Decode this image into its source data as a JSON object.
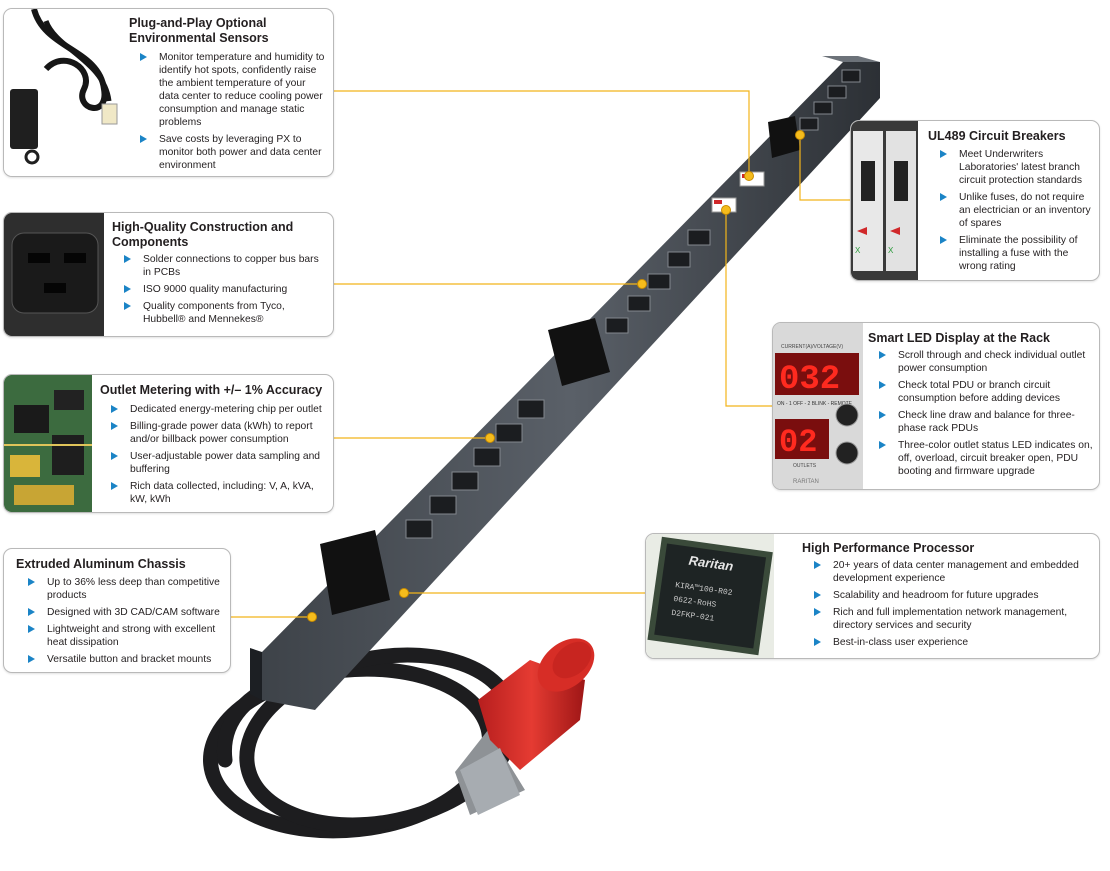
{
  "accent": "#1b84c6",
  "leader_color": "#f2b51a",
  "cards": {
    "sensors": {
      "title": "Plug-and-Play Optional Environmental Sensors",
      "icon": "sensor-cable-photo",
      "bullets": [
        "Monitor temperature and humidity to identify hot spots, confidently raise the ambient temperature of your data center to reduce cooling power consumption and manage static problems",
        "Save costs by leveraging PX to monitor both power and data center environment"
      ]
    },
    "construction": {
      "title": "High-Quality Construction and Components",
      "icon": "outlet-socket-photo",
      "bullets": [
        "Solder connections to copper bus bars in PCBs",
        "ISO 9000 quality manufacturing",
        "Quality components from Tyco, Hubbell® and Mennekes®"
      ]
    },
    "metering": {
      "title": "Outlet Metering with +/– 1% Accuracy",
      "icon": "circuit-board-photo",
      "bullets": [
        "Dedicated energy-metering chip per outlet",
        "Billing-grade power data (kWh) to report and/or billback power consumption",
        "User-adjustable power data sampling and buffering",
        "Rich data collected, including: V, A, kVA, kW, kWh"
      ]
    },
    "chassis": {
      "title": "Extruded Aluminum Chassis",
      "bullets": [
        "Up to 36% less deep than competitive products",
        "Designed with 3D CAD/CAM software",
        "Lightweight and strong with excellent heat dissipation",
        "Versatile button and bracket mounts"
      ]
    },
    "breakers": {
      "title": "UL489 Circuit Breakers",
      "icon": "circuit-breaker-photo",
      "bullets": [
        "Meet Underwriters Laboratories' latest branch circuit protection standards",
        "Unlike fuses, do not require an electrician or an inventory of spares",
        "Eliminate the possibility of installing a fuse with the wrong rating"
      ]
    },
    "led": {
      "title": "Smart LED Display at the Rack",
      "icon": "led-display-photo",
      "display": {
        "label_top": "CURRENT(A)/VOLTAGE(V)",
        "value_top": "032",
        "label_mid": "ON - 1 OFF - 2 BLINK - REMOTE",
        "value_bottom": "02",
        "label_bottom": "OUTLETS",
        "brand": "RARITAN"
      },
      "bullets": [
        "Scroll through and check individual outlet power consumption",
        "Check total PDU or branch circuit consumption before adding devices",
        "Check line draw and balance for three-phase rack PDUs",
        "Three-color outlet status LED indicates on, off, overload, circuit breaker open, PDU booting and firmware upgrade"
      ]
    },
    "processor": {
      "title": "High Performance Processor",
      "icon": "processor-chip-photo",
      "chip": {
        "brand": "Raritan",
        "line1": "KIRA™100-R02",
        "line2": "0622-RoHS",
        "line3": "D2FKP-021"
      },
      "bullets": [
        "20+ years of data center management and embedded development experience",
        "Scalability and headroom for future upgrades",
        "Rich and full implementation network management, directory services and security",
        "Best-in-class user experience"
      ]
    }
  }
}
